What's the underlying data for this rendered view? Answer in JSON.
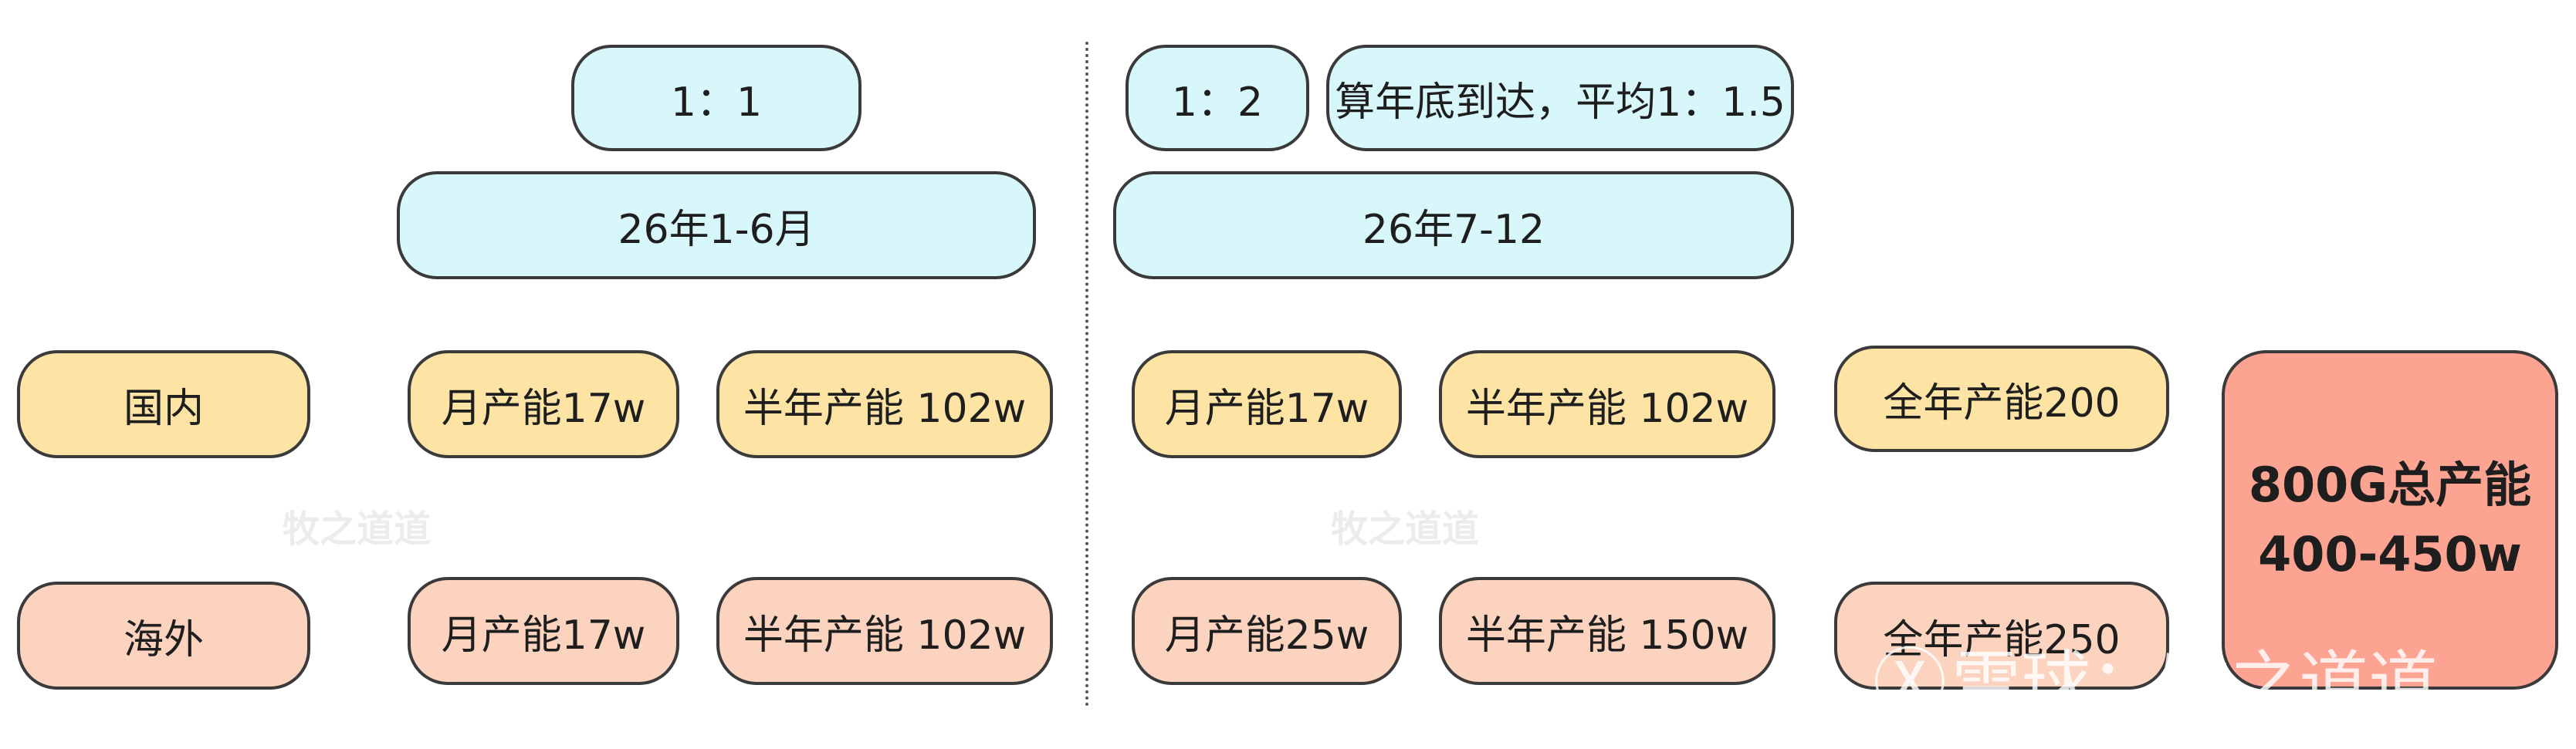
{
  "first_half": {
    "ratio": "1：1",
    "period": "26年1-6月"
  },
  "second_half": {
    "ratio": "1：2",
    "note": "算年底到达，平均1：1.5",
    "period": "26年7-12"
  },
  "rows": {
    "domestic": {
      "label": "国内",
      "h1_monthly": "月产能17w",
      "h1_half": "半年产能 102w",
      "h2_monthly": "月产能17w",
      "h2_half": "半年产能 102w",
      "annual": "全年产能200"
    },
    "overseas": {
      "label": "海外",
      "h1_monthly": "月产能17w",
      "h1_half": "半年产能 102w",
      "h2_monthly": "月产能25w",
      "h2_half": "半年产能 150w",
      "annual": "全年产能250"
    }
  },
  "total": {
    "line1": "800G总产能",
    "line2": "400-450w"
  },
  "watermarks": {
    "small": "牧之道道",
    "big_logo": "Ⓧ",
    "big_text": "雪球：牧之道道"
  },
  "colors": {
    "cyan": "#d7f7fb",
    "yellow": "#fde3a4",
    "peach": "#fcd3bf",
    "total": "#fda391",
    "border": "#3a3a3a"
  }
}
